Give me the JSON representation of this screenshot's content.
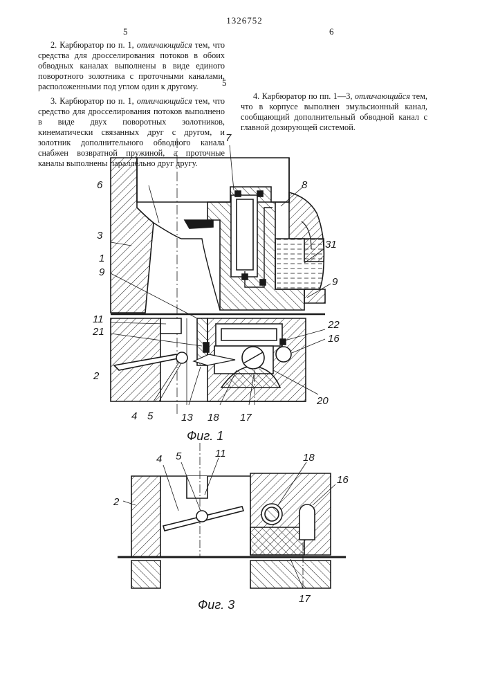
{
  "header": {
    "patent_number": "1326752",
    "left_column_number": "5",
    "right_column_number": "6",
    "margin_line_number": "5"
  },
  "claims": {
    "claim2": {
      "lead": "2. Карбюратор по п. 1, ",
      "qualifier": "отличающийся",
      "rest": " тем, что средства для дросселирования потоков в обоих обводных каналах выполнены в виде единого поворотного золотника с проточными каналами, расположенными под углом один к другому."
    },
    "claim3": {
      "lead": "3. Карбюратор по п. 1, ",
      "qualifier": "отличающийся",
      "rest": " тем, что средство для дросселирования потоков выполнено в виде двух поворотных золотников, кинематически связанных друг с другом, и золотник дополнительного обводного канала снабжен возвратной пружиной, а проточные каналы выполнены параллельно друг другу."
    },
    "claim4": {
      "lead": "4. Карбюратор по пп. 1—3, ",
      "qualifier": "отличающийся",
      "rest": " тем, что в корпусе выполнен эмульсионный канал, сообщающий дополнительный обводной канал с главной дозирующей системой."
    }
  },
  "figure1": {
    "caption": "Фиг. 1",
    "labels": {
      "l1": "1",
      "l2": "2",
      "l3": "3",
      "l4": "4",
      "l5": "5",
      "l6": "6",
      "l7": "7",
      "l8": "8",
      "l9a": "9",
      "l9b": "9",
      "l11": "11",
      "l13": "13",
      "l16": "16",
      "l17": "17",
      "l18": "18",
      "l20": "20",
      "l21": "21",
      "l22": "22",
      "l31": "31"
    }
  },
  "figure3": {
    "caption": "Фиг. 3",
    "labels": {
      "l2": "2",
      "l4": "4",
      "l5": "5",
      "l11": "11",
      "l16": "16",
      "l17": "17",
      "l18": "18"
    }
  }
}
